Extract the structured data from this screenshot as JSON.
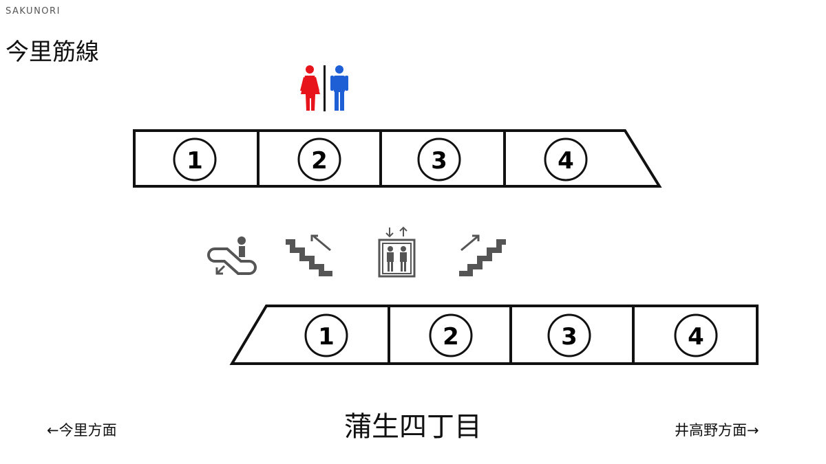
{
  "brand": "SAKUNORI",
  "line_name": "今里筋線",
  "station_name": "蒲生四丁目",
  "direction_left": "←今里方面",
  "direction_right": "井高野方面→",
  "upper_train": {
    "cars": [
      "1",
      "2",
      "3",
      "4"
    ]
  },
  "lower_train": {
    "cars": [
      "1",
      "2",
      "3",
      "4"
    ]
  },
  "facilities": {
    "toilet_icons": [
      "woman-icon",
      "man-icon"
    ],
    "icons": [
      "escalator-down-icon",
      "stairs-down-icon",
      "elevator-icon",
      "stairs-up-icon"
    ]
  },
  "colors": {
    "woman": "#e8141b",
    "man": "#1e5fd6",
    "icon_gray": "#555555",
    "outline": "#111111"
  }
}
